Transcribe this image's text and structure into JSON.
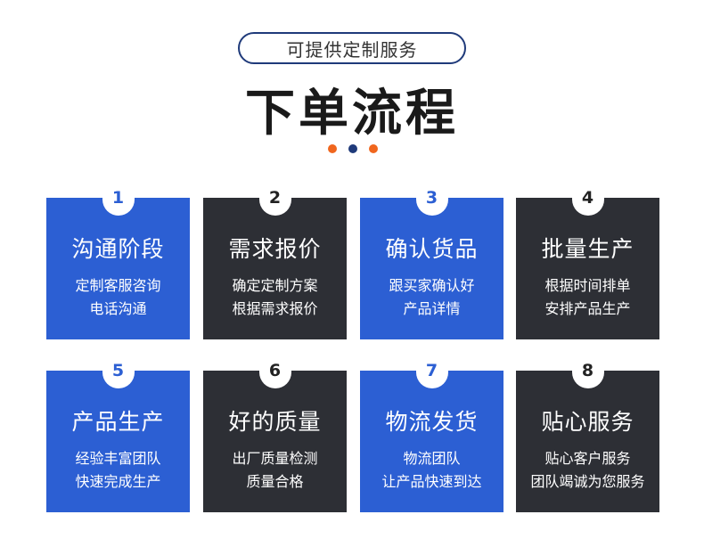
{
  "header": {
    "subtitle": "可提供定制服务",
    "title": "下单流程"
  },
  "colors": {
    "blue": "#2c5fd3",
    "dark": "#2d2f35",
    "orange": "#f0661e",
    "navy": "#1f3a7a",
    "number_blue": "#2c5fd3",
    "number_dark": "#222222"
  },
  "steps": [
    {
      "number": "1",
      "title": "沟通阶段",
      "desc1": "定制客服咨询",
      "desc2": "电话沟通",
      "theme": "blue"
    },
    {
      "number": "2",
      "title": "需求报价",
      "desc1": "确定定制方案",
      "desc2": "根据需求报价",
      "theme": "dark"
    },
    {
      "number": "3",
      "title": "确认货品",
      "desc1": "跟买家确认好",
      "desc2": "产品详情",
      "theme": "blue"
    },
    {
      "number": "4",
      "title": "批量生产",
      "desc1": "根据时间排单",
      "desc2": "安排产品生产",
      "theme": "dark"
    },
    {
      "number": "5",
      "title": "产品生产",
      "desc1": "经验丰富团队",
      "desc2": "快速完成生产",
      "theme": "blue"
    },
    {
      "number": "6",
      "title": "好的质量",
      "desc1": "出厂质量检测",
      "desc2": "质量合格",
      "theme": "dark"
    },
    {
      "number": "7",
      "title": "物流发货",
      "desc1": "物流团队",
      "desc2": "让产品快速到达",
      "theme": "blue"
    },
    {
      "number": "8",
      "title": "贴心服务",
      "desc1": "贴心客户服务",
      "desc2": "团队竭诚为您服务",
      "theme": "dark"
    }
  ]
}
